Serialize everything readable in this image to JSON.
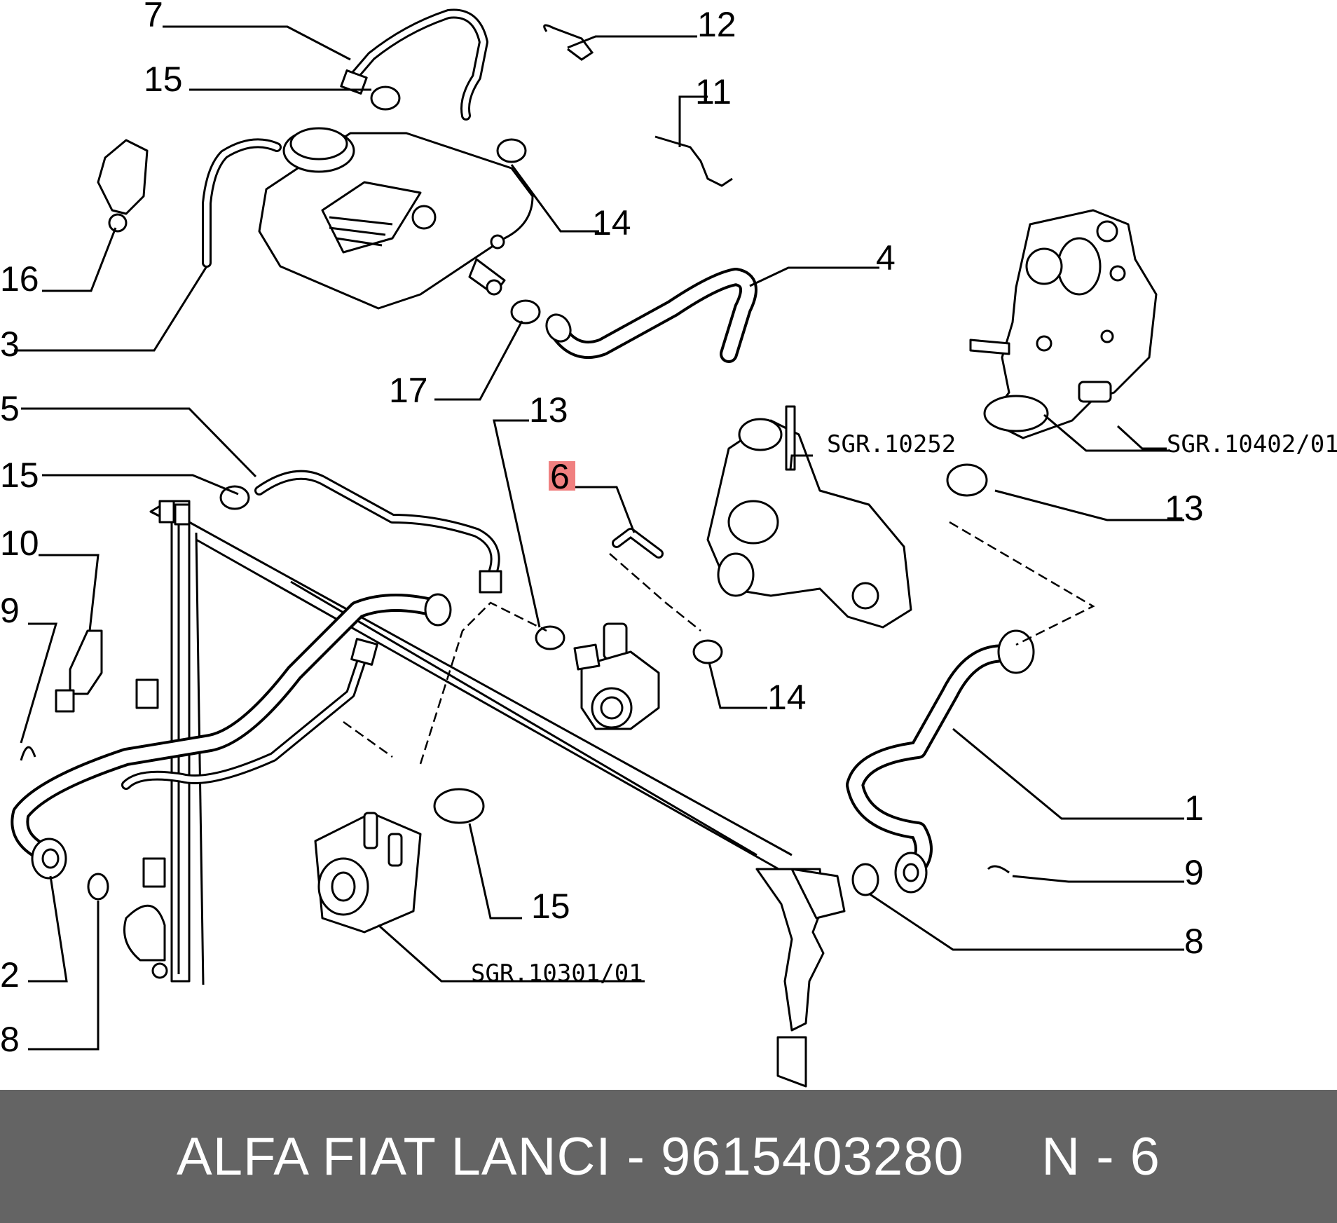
{
  "callouts": {
    "c7": "7",
    "c12": "12",
    "c15a": "15",
    "c11": "11",
    "c16": "16",
    "c14a": "14",
    "c3": "3",
    "c4": "4",
    "c17": "17",
    "c5": "5",
    "c13a": "13",
    "c15b": "15",
    "c6": "6",
    "c10": "10",
    "c9a": "9",
    "c14b": "14",
    "c13b": "13",
    "c1": "1",
    "c9b": "9",
    "c8a": "8",
    "c15c": "15",
    "c2": "2",
    "c8b": "8"
  },
  "references": {
    "r1": "SGR.10252",
    "r2": "SGR.10402/01",
    "r3": "SGR.10301/01"
  },
  "highlight_color": "#f08080",
  "footer": {
    "text": "ALFA FIAT LANCI - 9615403280     N - 6"
  }
}
